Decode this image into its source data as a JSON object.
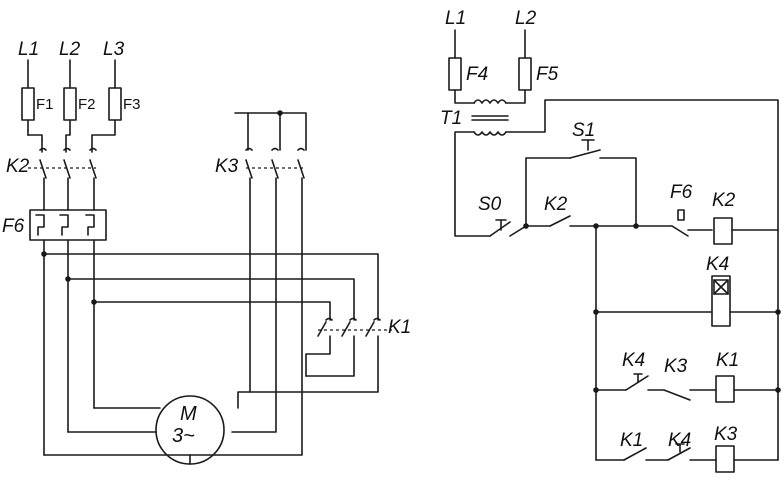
{
  "power": {
    "phases": [
      "L1",
      "L2",
      "L3"
    ],
    "fuses": [
      "F1",
      "F2",
      "F3"
    ],
    "contactor_fwd": "K2",
    "contactor_rev": "K3",
    "overload": "F6",
    "brake_contactor": "K1",
    "motor_letter": "M",
    "motor_phase": "3~"
  },
  "control": {
    "supply": [
      "L1",
      "L2"
    ],
    "fuses": [
      "F4",
      "F5"
    ],
    "transformer": "T1",
    "start_button": "S1",
    "stop_button": "S0",
    "k2_hold_contact": "K2",
    "overload_contact": "F6",
    "coil_k2": "K2",
    "coil_k4": "K4",
    "k4_contact_row3": "K4",
    "k3_contact_row3": "K3",
    "coil_k1": "K1",
    "k1_contact_row4": "K1",
    "k4_contact_row4": "K4",
    "coil_k3": "K3"
  }
}
